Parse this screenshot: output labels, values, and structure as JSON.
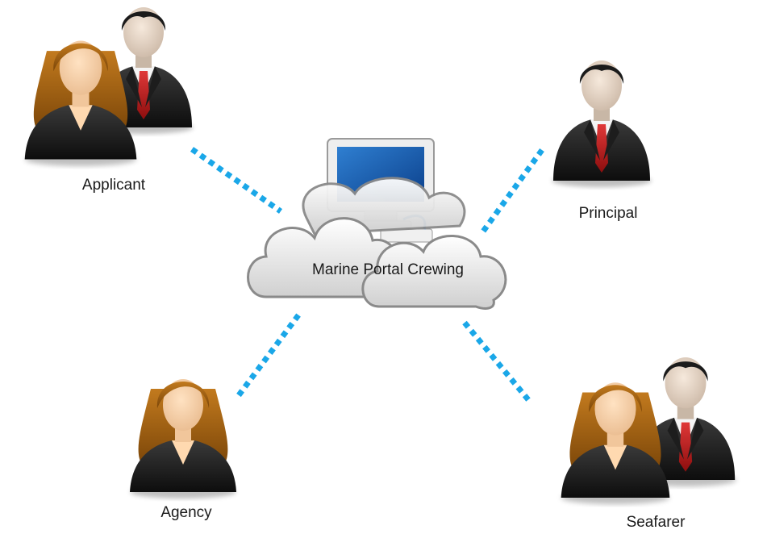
{
  "diagram": {
    "hub": {
      "label": "Marine Portal Crewing",
      "icon": "cloud-computer-icon"
    },
    "nodes": [
      {
        "id": "applicant",
        "label": "Applicant",
        "icon": "people-pair-icon"
      },
      {
        "id": "principal",
        "label": "Principal",
        "icon": "businessman-icon"
      },
      {
        "id": "agency",
        "label": "Agency",
        "icon": "businesswoman-icon"
      },
      {
        "id": "seafarer",
        "label": "Seafarer",
        "icon": "people-pair-icon"
      }
    ],
    "connector_color": "#1aa7e8"
  }
}
